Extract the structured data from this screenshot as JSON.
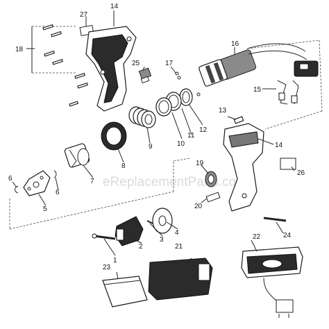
{
  "watermark": "eReplacementParts.com",
  "callouts": {
    "c1": "1",
    "c2": "2",
    "c3": "3",
    "c4": "4",
    "c5": "5",
    "c6a": "6",
    "c6b": "6",
    "c7": "7",
    "c8": "8",
    "c9": "9",
    "c10": "10",
    "c11": "11",
    "c12": "12",
    "c13": "13",
    "c14a": "14",
    "c14b": "14",
    "c15": "15",
    "c16": "16",
    "c17": "17",
    "c18": "18",
    "c19": "19",
    "c20": "20",
    "c21": "21",
    "c22": "22",
    "c23": "23",
    "c24": "24",
    "c25": "25",
    "c26": "26",
    "c27": "27"
  }
}
